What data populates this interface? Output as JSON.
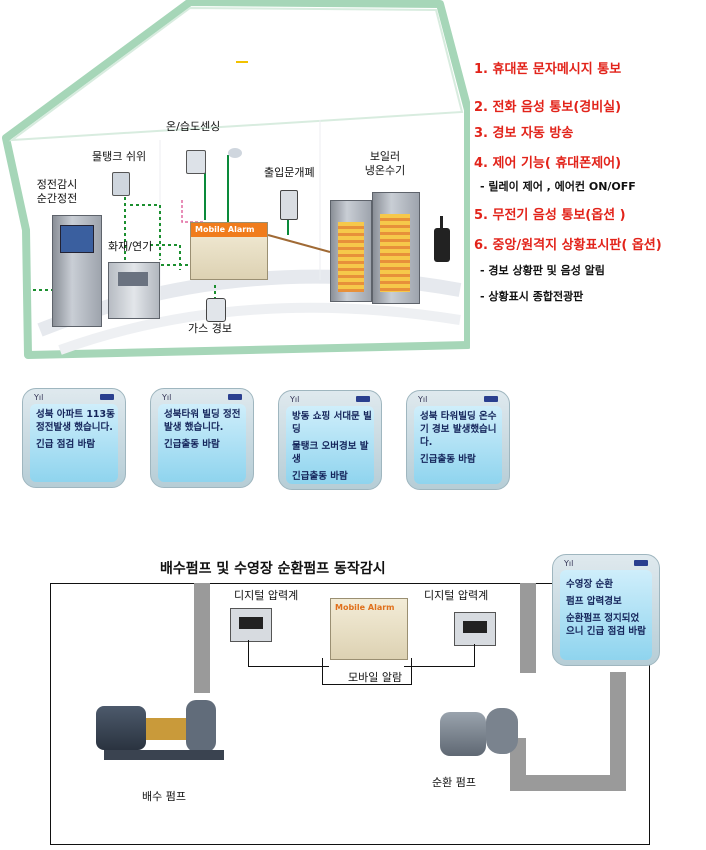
{
  "features": {
    "items": [
      "1. 휴대폰 문자메시지  통보",
      "2. 전화 음성 통보(경비실)",
      "3. 경보 자동 방송",
      "4. 제어 기능( 휴대폰제어)",
      "5. 무전기 음성 통보(옵션 )",
      "6. 중앙/원격지 상황표시판( 옵션)"
    ],
    "sub4": "- 릴레이 제어 , 에어컨 ON/OFF",
    "sub6a": "- 경보 상황판 및 음성 알림",
    "sub6b": "- 상황표시 종합전광판"
  },
  "house": {
    "temp_humidity": "온/습도센싱",
    "water_tank": "물탱크 쉬위",
    "power_outage": "정전감시\n순간정전",
    "fire_smoke": "화재/연기",
    "door": "출입문개폐",
    "boiler": "보일러\n냉온수기",
    "gas": "가스 경보",
    "alarm_device": "Mobile Alarm"
  },
  "phones": [
    {
      "lines": [
        "성북 아파트 113동 정전발생 했습니다.",
        "긴급 점검 바람"
      ]
    },
    {
      "lines": [
        "성북타워 빌딩 정전발생 했습니다.",
        "긴급출동 바람"
      ]
    },
    {
      "lines": [
        "방동 쇼핑 서대문 빌딩",
        "물탱크 오버경보 발생",
        "긴급출동 바람"
      ]
    },
    {
      "lines": [
        "성북 타워빌딩 온수기 경보 발생했습니다.",
        "긴급출동 바람"
      ]
    }
  ],
  "pump": {
    "title": "배수펌프 및 수영장 순환펌프 동작감시",
    "gauge_left": "디지털 압력계",
    "gauge_right": "디지털 압력계",
    "mobile_alarm": "모바일 알람",
    "alarm_device": "Mobile Alarm",
    "drain_pump": "배수 펌프",
    "circ_pump": "순환 펌프",
    "phone_lines": [
      "수영장 순환",
      "펌프 압력경보",
      "순환펌프 정지되었으니 긴급 점검 바람"
    ]
  },
  "colors": {
    "feature_red": "#e2231a",
    "house_outline": "#a6d6b8",
    "phone_text": "#14245a"
  }
}
